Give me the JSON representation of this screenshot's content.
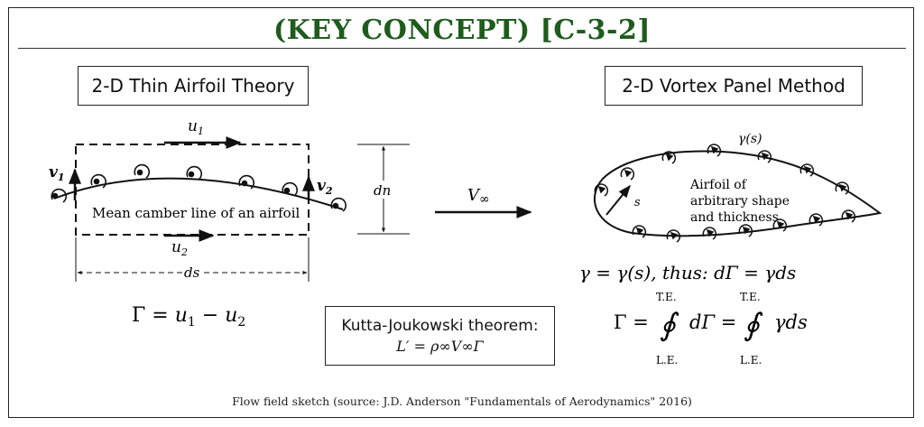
{
  "title": "(KEY CONCEPT) [C-3-2]",
  "left_panel": {
    "heading": "2-D Thin Airfoil Theory",
    "label_u1": "u",
    "label_u1_sub": "1",
    "label_u2": "u",
    "label_u2_sub": "2",
    "label_v1": "v",
    "label_v1_sub": "1",
    "label_v2": "v",
    "label_v2_sub": "2",
    "label_camber": "Mean camber line of an airfoil",
    "label_ds": "ds",
    "label_dn": "dn",
    "equation_lhs": "Γ = ",
    "equation_u1": "u",
    "equation_u1_sub": "1",
    "equation_minus": " − ",
    "equation_u2": "u",
    "equation_u2_sub": "2"
  },
  "freestream": {
    "label": "V",
    "label_sub": "∞"
  },
  "right_panel": {
    "heading": "2-D Vortex Panel Method",
    "label_gamma_s": "γ(s)",
    "label_s": "s",
    "airfoil_text_1": "Airfoil of",
    "airfoil_text_2": "arbitrary shape",
    "airfoil_text_3": "and thickness",
    "eq1": "γ = γ(s),  thus:  dΓ = γds",
    "eq2_lhs": "Γ =",
    "eq2_mid": "dΓ =",
    "eq2_rhs": "γds",
    "limit_upper": "T.E.",
    "limit_lower": "L.E."
  },
  "kutta": {
    "title": "Kutta-Joukowski theorem:",
    "equation": "L′ = ρ∞V∞Γ"
  },
  "footer": "Flow field sketch (source: J.D. Anderson \"Fundamentals of Aerodynamics\" 2016)"
}
